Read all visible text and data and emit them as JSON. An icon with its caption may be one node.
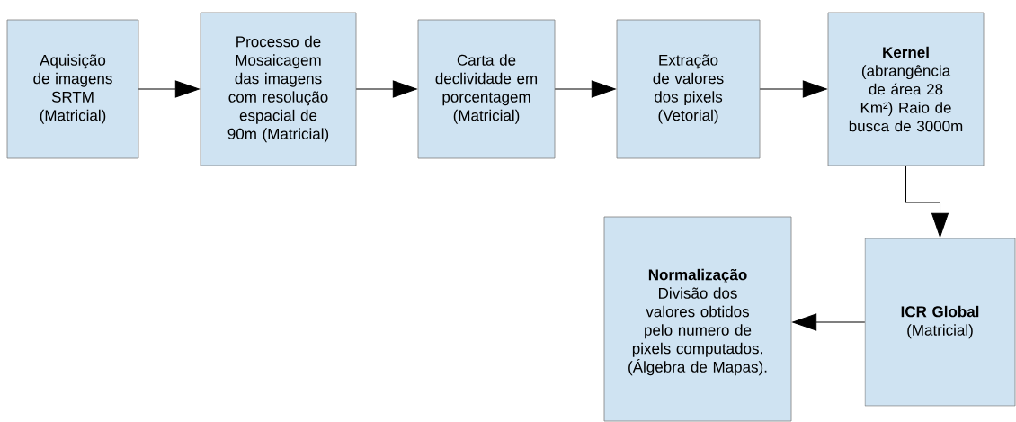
{
  "diagram": {
    "nodes": [
      {
        "text": [
          "Aquisição de imagens SRTM (Matricial)"
        ]
      },
      {
        "text": [
          "Processo de Mosaicagem das imagens com resolução espacial de 90m (Matricial)"
        ]
      },
      {
        "text": [
          "Carta de declividade em porcentagem (Matricial)"
        ]
      },
      {
        "text": [
          "Extração de valores dos pixels (Vetorial)"
        ]
      },
      {
        "text": [
          "Kernel",
          "(abrangência de área 28 Km²) Raio de busca de 3000m"
        ]
      },
      {
        "text": [
          "ICR Global",
          "(Matricial)"
        ]
      },
      {
        "text": [
          "Normalização",
          "Divisão dos valores obtidos pelo numero de pixels computados. (Álgebra de Mapas)."
        ]
      }
    ],
    "edges": [
      {
        "from": 0,
        "to": 1,
        "arrow": "to"
      },
      {
        "from": 1,
        "to": 2,
        "arrow": "to"
      },
      {
        "from": 2,
        "to": 3,
        "arrow": "to"
      },
      {
        "from": 3,
        "to": 4,
        "arrow": "to"
      },
      {
        "from": 4,
        "to": 5,
        "arrow": "to"
      },
      {
        "from": 5,
        "to": 6,
        "arrow": "to"
      }
    ]
  }
}
